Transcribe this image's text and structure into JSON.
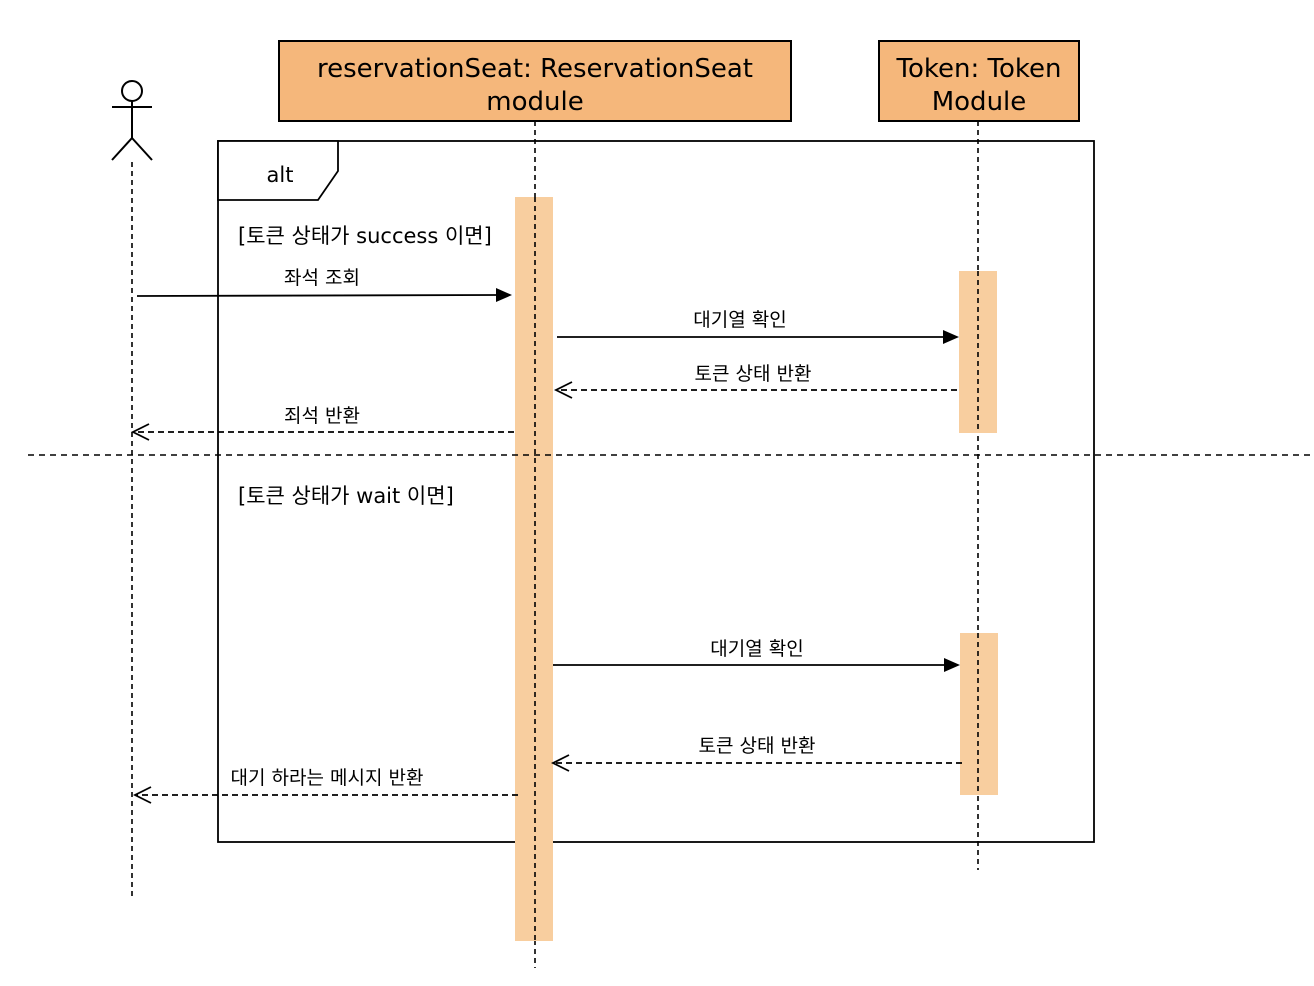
{
  "participants": {
    "reservation": {
      "line1": "reservationSeat: ReservationSeat",
      "line2": "module",
      "color": "#f5b77b"
    },
    "token": {
      "line1": "Token: Token",
      "line2": "Module",
      "color": "#f5b77b"
    }
  },
  "frame": {
    "operator": "alt",
    "guards": [
      "[토큰 상태가 success 이면]",
      "[토큰 상태가 wait 이면]"
    ]
  },
  "messages": [
    {
      "label": "좌석 조회",
      "kind": "sync"
    },
    {
      "label": "대기열 확인",
      "kind": "sync"
    },
    {
      "label": "토큰 상태 반환",
      "kind": "return"
    },
    {
      "label": "죄석 반환",
      "kind": "return"
    },
    {
      "label": "대기열 확인",
      "kind": "sync"
    },
    {
      "label": "토큰 상태 반환",
      "kind": "return"
    },
    {
      "label": "대기 하라는 메시지 반환",
      "kind": "return"
    }
  ],
  "colors": {
    "participant_fill": "#f5b77b",
    "activation_fill": "#f8ce9f"
  },
  "icons": {
    "actor": "stick-figure-actor-icon"
  }
}
